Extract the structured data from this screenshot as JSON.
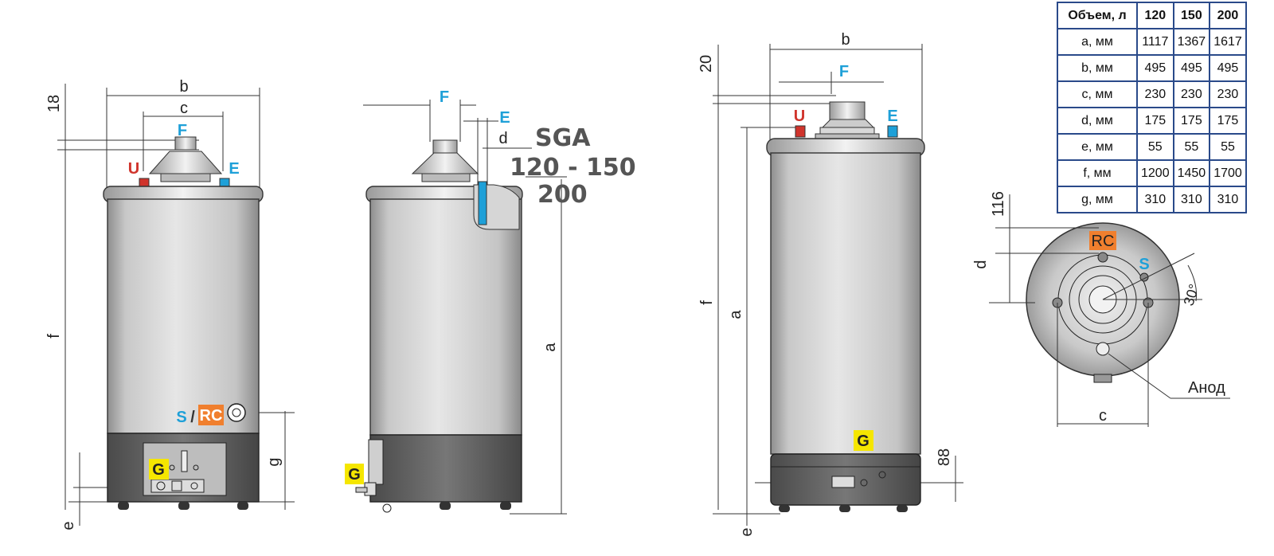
{
  "left_view": {
    "dims": {
      "b": "b",
      "c": "c",
      "18": "18",
      "f": "f",
      "g": "g",
      "e": "e"
    },
    "ports": {
      "F": "F",
      "U": "U",
      "E": "E",
      "S": "S",
      "slash": "/",
      "RC": "RC",
      "G": "G"
    }
  },
  "side_view": {
    "dims": {
      "d": "d",
      "a": "a"
    },
    "ports": {
      "F": "F",
      "E": "E",
      "G": "G"
    },
    "model": {
      "line1": "SGA",
      "line2": "120 - 150",
      "line3": "200"
    }
  },
  "front_view": {
    "dims": {
      "b": "b",
      "20": "20",
      "f": "f",
      "a": "a",
      "e": "e",
      "88": "88"
    },
    "ports": {
      "F": "F",
      "U": "U",
      "E": "E",
      "G": "G"
    }
  },
  "top_view": {
    "dims": {
      "116": "116",
      "d": "d",
      "c": "c",
      "angle": "30°"
    },
    "labels": {
      "RC": "RC",
      "S": "S",
      "anode": "Анод"
    }
  },
  "colors": {
    "U": "#d0342c",
    "E": "#1ea0d8",
    "F": "#1ea0d8",
    "S": "#1ea0d8",
    "RC_bg": "#f07f2e",
    "G_bg": "#f5e600",
    "table_border": "#2a4a8a"
  },
  "spec_table": {
    "headers": [
      "Объем, л",
      "120",
      "150",
      "200"
    ],
    "rows": [
      [
        "a, мм",
        "1117",
        "1367",
        "1617"
      ],
      [
        "b, мм",
        "495",
        "495",
        "495"
      ],
      [
        "c, мм",
        "230",
        "230",
        "230"
      ],
      [
        "d, мм",
        "175",
        "175",
        "175"
      ],
      [
        "e, мм",
        "55",
        "55",
        "55"
      ],
      [
        "f, мм",
        "1200",
        "1450",
        "1700"
      ],
      [
        "g, мм",
        "310",
        "310",
        "310"
      ]
    ]
  }
}
